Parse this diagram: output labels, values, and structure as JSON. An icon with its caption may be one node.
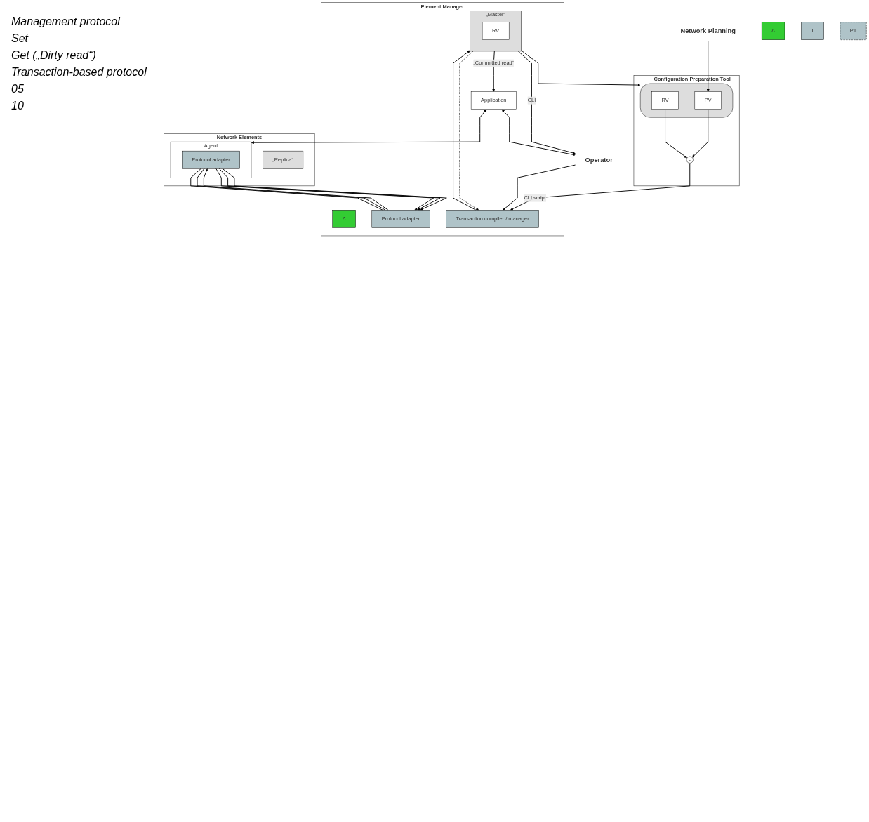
{
  "diagram": {
    "nodes": [
      {
        "text": [
          "Network Planning"
        ]
      },
      {
        "text": [
          "Configuration Preparation Tool"
        ]
      },
      {
        "text": [],
        "shape": "cylinder",
        "in": 1
      },
      {
        "text": [
          "RV"
        ],
        "in": 2
      },
      {
        "text": [
          "PV"
        ],
        "in": 2
      },
      {
        "text": [
          "-"
        ],
        "in": 1
      },
      {
        "text": [
          "Operator"
        ]
      },
      {
        "text": [
          "Δ"
        ]
      },
      {
        "text": [
          "Element Manager"
        ]
      },
      {
        "text": [
          "Δ"
        ],
        "in": 8
      },
      {
        "text": [
          "Application"
        ],
        "in": 8
      },
      {
        "text": [
          "„Master“"
        ],
        "in": 8
      },
      {
        "text": [
          "RV"
        ],
        "in": 11
      },
      {
        "text": [
          "Transaction compiler / manager"
        ],
        "in": 8
      },
      {
        "text": [
          "Protocol adapter"
        ],
        "in": 8
      },
      {
        "text": [
          "T"
        ]
      },
      {
        "text": [
          "PT"
        ]
      },
      {
        "text": [
          "Network Elements"
        ]
      },
      {
        "text": [
          "Agent"
        ],
        "in": 17
      },
      {
        "text": [
          "Protocol adapter"
        ],
        "in": 18
      },
      {
        "text": [
          "„Replica“"
        ],
        "in": 17
      }
    ],
    "edges": [
      {
        "from": 0,
        "to": 4,
        "arrow": "to"
      },
      {
        "from": 3,
        "to": 5,
        "arrow": "to"
      },
      {
        "from": 4,
        "to": 5,
        "arrow": "to"
      },
      {
        "from": 5,
        "to": 13,
        "arrow": "to",
        "label": "CLI script"
      },
      {
        "from": 11,
        "to": 2,
        "arrow": "to"
      },
      {
        "from": 10,
        "to": 6,
        "arrow": "both"
      },
      {
        "from": 11,
        "to": 6,
        "arrow": "to",
        "label": "CLI"
      },
      {
        "from": 11,
        "to": 10,
        "arrow": "to",
        "label": "„Committed read“"
      },
      {
        "from": 6,
        "to": 13,
        "arrow": "to"
      },
      {
        "from": 11,
        "to": 13,
        "arrow": "to",
        "style": "dashed"
      },
      {
        "from": 13,
        "to": 11,
        "arrow": "to"
      },
      {
        "from": 10,
        "to": 18,
        "arrow": "both"
      },
      {
        "from": 14,
        "to": 19,
        "arrow": "to"
      },
      {
        "from": 14,
        "to": 19,
        "arrow": "none"
      },
      {
        "from": 14,
        "to": 19,
        "arrow": "none"
      },
      {
        "from": 19,
        "to": 14,
        "arrow": "to"
      },
      {
        "from": 19,
        "to": 14,
        "arrow": "to"
      },
      {
        "from": 19,
        "to": 14,
        "arrow": "to"
      }
    ],
    "labels": [
      "Management protocol",
      "Set",
      "Get („Dirty read“)",
      "Transaction-based protocol",
      "05",
      "10"
    ]
  }
}
